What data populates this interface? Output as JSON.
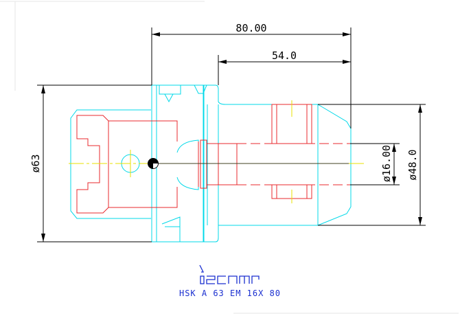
{
  "drawing": {
    "dimensions": {
      "overall_length": "80.00",
      "bore_depth": "54.0",
      "flange_diameter": "ø63",
      "body_diameter": "ø48.0",
      "bore_diameter": "ø16.00"
    },
    "brand": "iscar",
    "caption": "HSK A 63 EM 16X 80",
    "colors": {
      "outline": "#00d8e8",
      "hidden": "#e8282c",
      "center": "#e8e000",
      "dimension": "#000000",
      "brand": "#1a2fd0"
    }
  }
}
